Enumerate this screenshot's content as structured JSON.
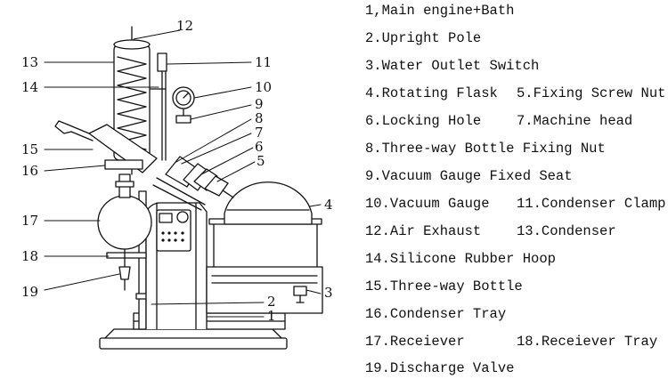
{
  "callout_numbers": [
    "1",
    "2",
    "3",
    "4",
    "5",
    "6",
    "7",
    "8",
    "9",
    "10",
    "11",
    "12",
    "13",
    "14",
    "15",
    "16",
    "17",
    "18",
    "19"
  ],
  "legend": [
    {
      "left": "1,Main engine+Bath"
    },
    {
      "left": "2.Upright Pole"
    },
    {
      "left": "3.Water Outlet Switch"
    },
    {
      "left": "4.Rotating Flask",
      "right": "5.Fixing Screw Nut"
    },
    {
      "left": "6.Locking Hole",
      "right": "7.Machine head"
    },
    {
      "left": "8.Three-way Bottle Fixing Nut"
    },
    {
      "left": "9.Vacuum Gauge Fixed Seat"
    },
    {
      "left": "10.Vacuum Gauge",
      "right": "11.Condenser Clamp"
    },
    {
      "left": "12.Air Exhaust",
      "right": "13.Condenser"
    },
    {
      "left": "14.Silicone Rubber Hoop"
    },
    {
      "left": "15.Three-way Bottle"
    },
    {
      "left": "16.Condenser Tray"
    },
    {
      "left": "17.Receiever",
      "right": "18.Receiever Tray"
    },
    {
      "left": "19.Discharge Valve"
    }
  ]
}
